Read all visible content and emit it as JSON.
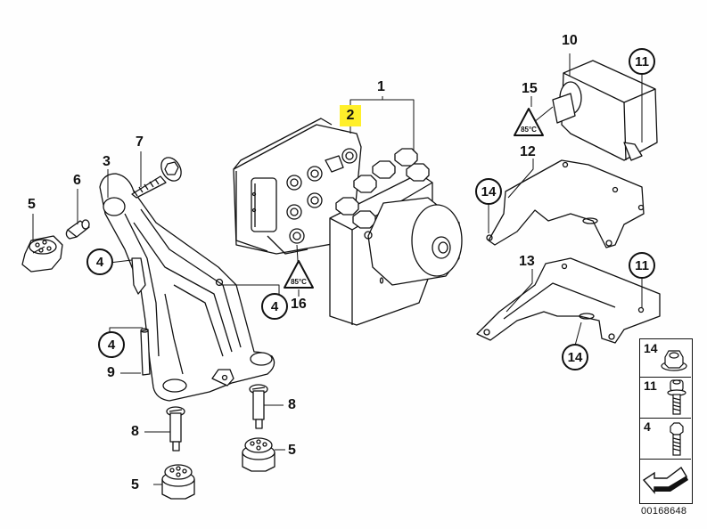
{
  "diagram": {
    "title": "ABS hydraulic unit assembly exploded view",
    "document_number": "00168648",
    "highlight_color": "#ffef2a",
    "callouts": {
      "p1": "1",
      "p2": "2",
      "p3": "3",
      "p4a": "4",
      "p4b": "4",
      "p4c": "4",
      "p5a": "5",
      "p5b": "5",
      "p5c": "5",
      "p6": "6",
      "p7": "7",
      "p8a": "8",
      "p8b": "8",
      "p9": "9",
      "p10": "10",
      "p11a": "11",
      "p11b": "11",
      "p12": "12",
      "p13": "13",
      "p14a": "14",
      "p14b": "14",
      "p15": "15",
      "p16": "16"
    },
    "legend": [
      {
        "number": "14",
        "icon": "flange-nut-icon"
      },
      {
        "number": "11",
        "icon": "hex-bolt-icon"
      },
      {
        "number": "4",
        "icon": "hex-screw-icon"
      },
      {
        "number": "",
        "icon": "direction-arrow-icon"
      }
    ]
  }
}
